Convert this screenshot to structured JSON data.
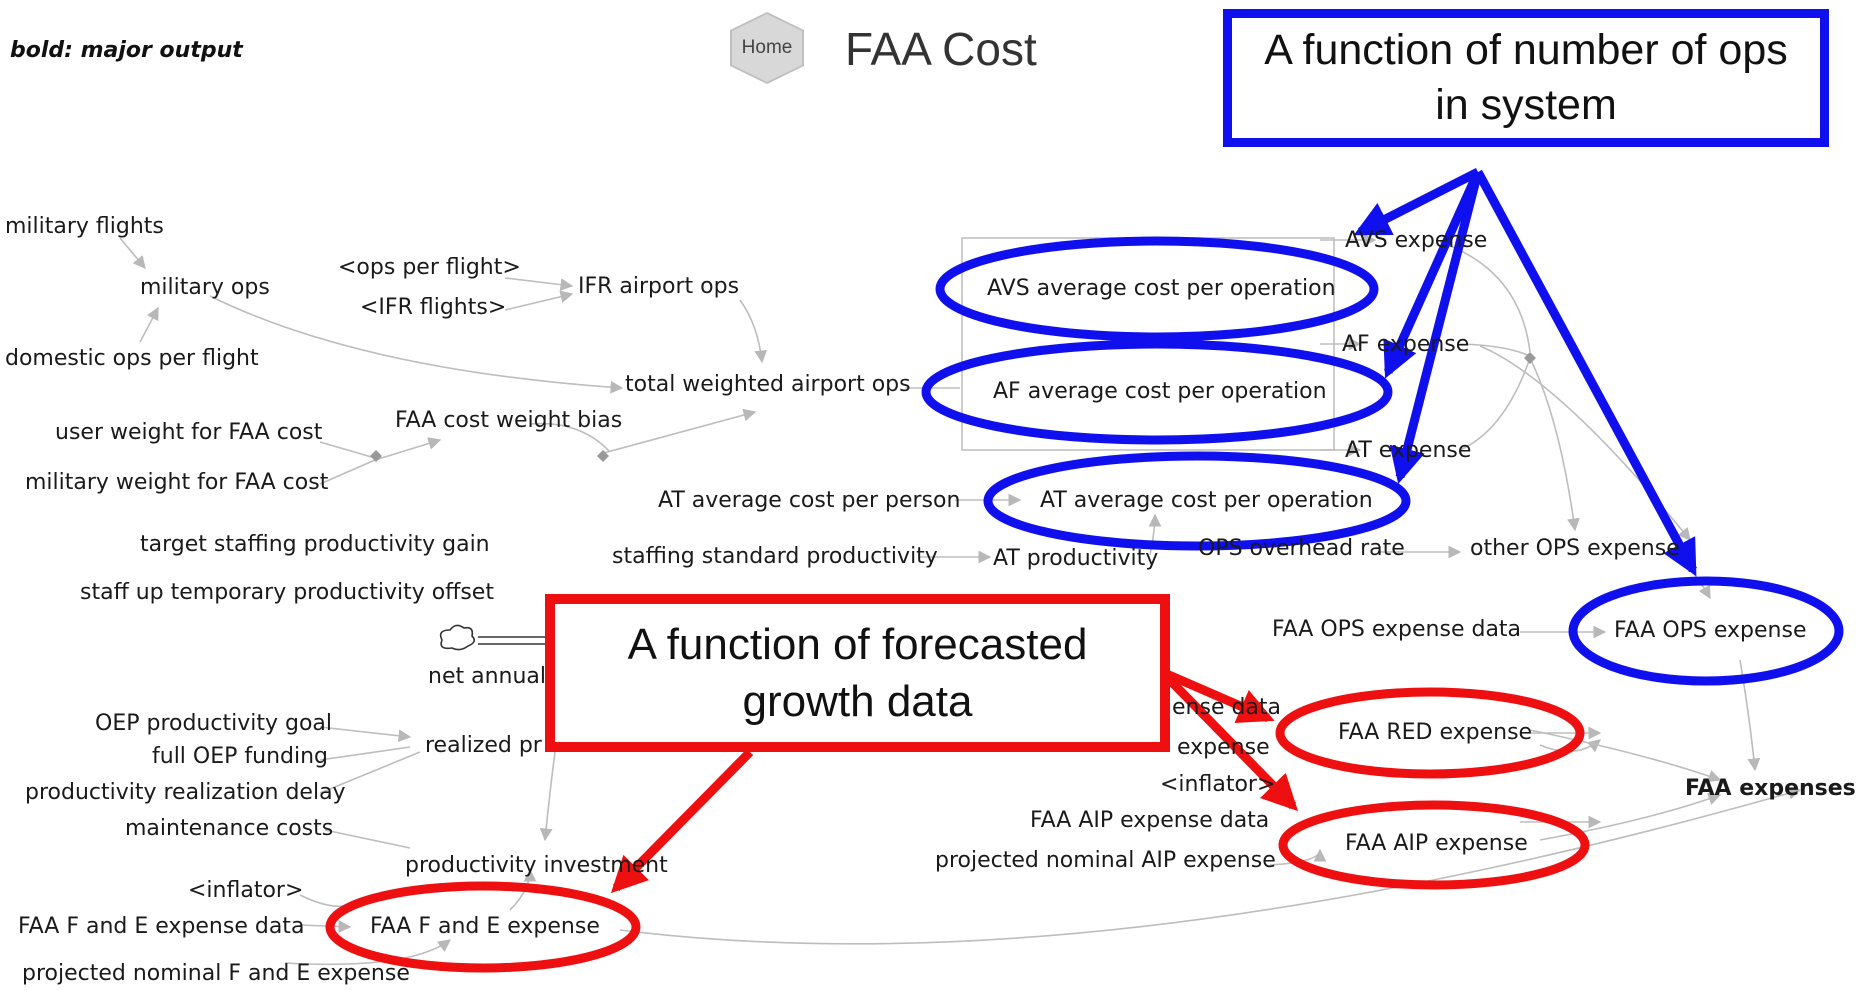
{
  "legend": "bold: major output",
  "title": "FAA Cost",
  "home_button": "Home",
  "callouts": {
    "blue": "A function of number of ops in system",
    "red": "A function of forecasted growth data"
  },
  "variables": {
    "military_flights": "military flights",
    "military_ops": "military ops",
    "ops_per_flight": "<ops per flight>",
    "ifr_airport_ops": "IFR airport ops",
    "ifr_flights": "<IFR flights>",
    "domestic_ops_per_flight": "domestic ops per flight",
    "total_weighted_airport_ops": "total weighted airport ops",
    "user_weight": "user weight for FAA cost",
    "faa_cost_weight_bias": "FAA cost weight bias",
    "military_weight": "military weight for FAA cost",
    "avs_expense": "AVS expense",
    "avs_avg_cost": "AVS average cost per operation",
    "af_expense": "AF expense",
    "af_avg_cost": "AF average cost per operation",
    "at_expense": "AT expense",
    "at_avg_cost_person": "AT average cost per person",
    "at_avg_cost_op": "AT average cost per operation",
    "target_staffing": "target staffing productivity gain",
    "staffing_standard": "staffing standard productivity",
    "at_productivity": "AT productivity",
    "ops_overhead_rate": "OPS overhead rate",
    "other_ops_expense": "other OPS expense",
    "staff_up_offset": "staff up temporary productivity offset",
    "net_annual": "net annual",
    "faa_ops_expense_data": "FAA OPS expense data",
    "faa_ops_expense": "FAA OPS expense",
    "oep_goal": "OEP productivity goal",
    "full_oep": "full OEP funding",
    "realized": "realized pr",
    "red_data_partial": "ense data",
    "faa_red_expense": "FAA RED expense",
    "red_expense_partial": "expense",
    "prod_delay": "productivity realization delay",
    "inflator_right": "<inflator>",
    "faa_expenses": "FAA expenses",
    "maintenance": "maintenance costs",
    "faa_aip_data": "FAA AIP expense data",
    "faa_aip_expense": "FAA AIP expense",
    "proj_aip": "projected nominal AIP expense",
    "prod_investment": "productivity investment",
    "inflator_left": "<inflator>",
    "fe_data": "FAA F and E expense data",
    "fe_expense": "FAA F and E expense",
    "proj_fe": "projected nominal F and E expense"
  },
  "colors": {
    "callout_blue": "#1010ee",
    "callout_red": "#ee1010",
    "link": "#bdbdbd"
  }
}
